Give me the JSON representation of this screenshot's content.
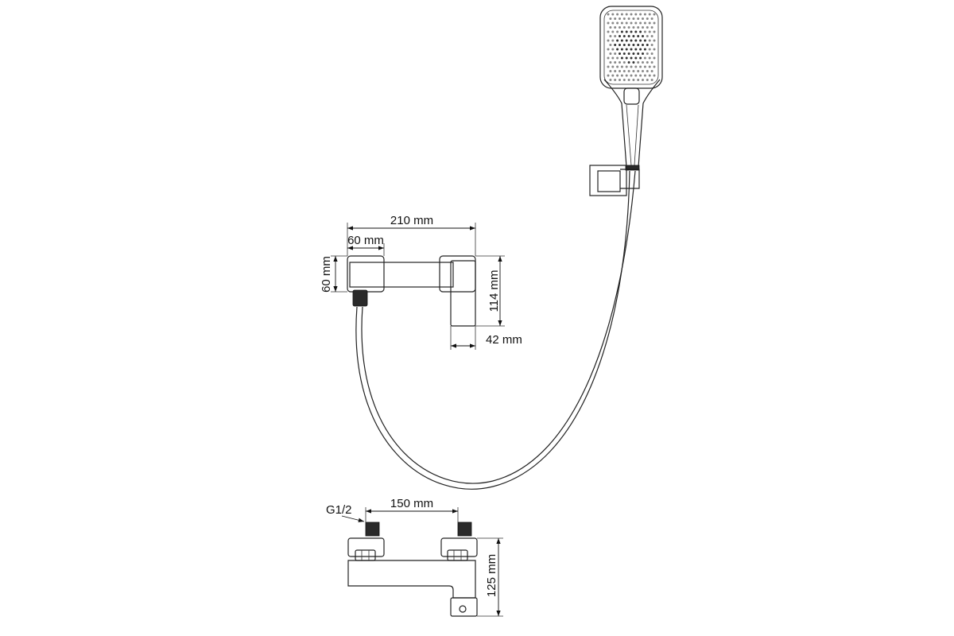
{
  "top_view": {
    "dim_width_total": "210 mm",
    "dim_width_plate": "60 mm",
    "dim_height_plate": "60 mm",
    "dim_height_body": "114 mm",
    "dim_depth": "42 mm"
  },
  "bottom_view": {
    "thread_label": "G1/2",
    "dim_center_distance": "150 mm",
    "dim_height": "125 mm"
  },
  "colors": {
    "line": "#222222",
    "background": "#ffffff"
  }
}
